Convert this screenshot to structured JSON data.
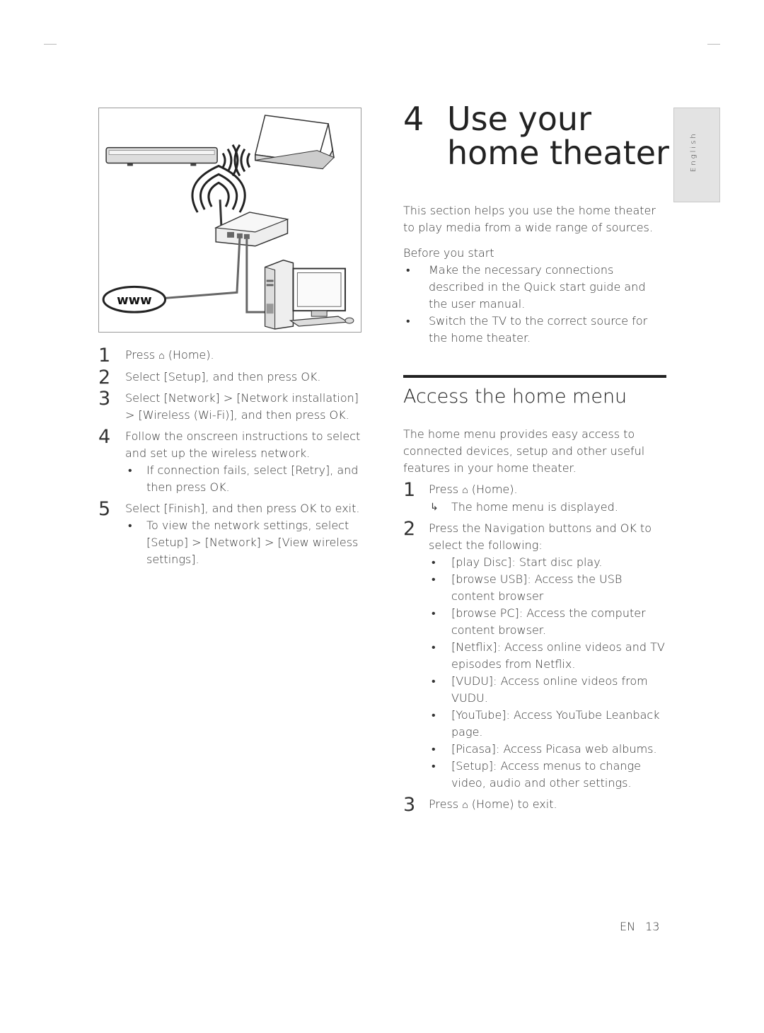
{
  "side_tab": {
    "label": "English"
  },
  "figure": {
    "www_label": "www"
  },
  "left_steps": [
    {
      "num": "1",
      "before": "Press ",
      "icon": "home-icon",
      "after": " (Home)."
    },
    {
      "num": "2",
      "text": "Select [Setup], and then press OK."
    },
    {
      "num": "3",
      "text": "Select [Network] > [Network installation] > [Wireless (Wi-Fi)], and then press OK."
    },
    {
      "num": "4",
      "text": "Follow the onscreen instructions to select and set up the wireless network.",
      "sub": "If connection fails, select [Retry], and then press OK."
    },
    {
      "num": "5",
      "text": "Select [Finish], and then press OK to exit.",
      "sub": "To view the network settings, select [Setup] > [Network] > [View wireless settings]."
    }
  ],
  "chapter": {
    "number": "4",
    "title": "Use your home theater",
    "intro": "This section helps you use the home theater to play media from a wide range of sources.",
    "before_heading": "Before you start",
    "before_items": [
      "Make the necessary connections described in the Quick start guide and the user manual.",
      "Switch the TV to the correct source for the home theater."
    ]
  },
  "section": {
    "title": "Access the home menu",
    "intro": "The home menu provides easy access to connected devices, setup and other useful features in your home theater.",
    "step1": {
      "num": "1",
      "before": "Press ",
      "after": " (Home).",
      "result": "The home menu is displayed."
    },
    "step2": {
      "num": "2",
      "text": "Press the Navigation buttons and OK to select the following:",
      "items": [
        "[play Disc]: Start disc play.",
        "[browse USB]: Access the USB content browser",
        "[browse PC]: Access the computer content browser.",
        "[Netflix]: Access online videos and TV episodes from Netflix.",
        "[VUDU]: Access online videos from VUDU.",
        "[YouTube]: Access YouTube Leanback page.",
        "[Picasa]: Access Picasa web albums.",
        "[Setup]: Access menus to change video, audio and other settings."
      ]
    },
    "step3": {
      "num": "3",
      "before": "Press ",
      "after": " (Home) to exit."
    }
  },
  "footer": {
    "lang": "EN",
    "page": "13"
  }
}
